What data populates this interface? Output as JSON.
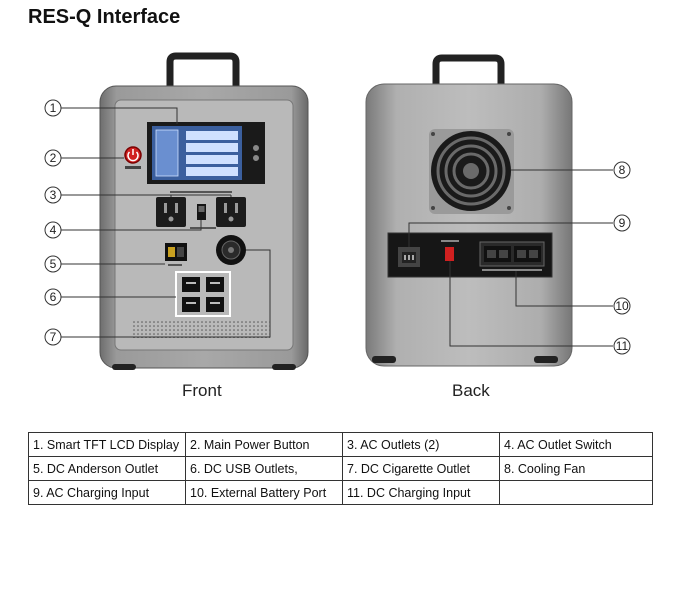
{
  "page": {
    "title": "RES-Q Interface"
  },
  "views": {
    "front": "Front",
    "back": "Back"
  },
  "callouts": [
    "1",
    "2",
    "3",
    "4",
    "5",
    "6",
    "7",
    "8",
    "9",
    "10",
    "11"
  ],
  "legend": [
    [
      "1. Smart TFT LCD Display",
      "2. Main Power Button",
      "3. AC Outlets (2)",
      "4. AC Outlet Switch"
    ],
    [
      "5. DC Anderson Outlet",
      "6. DC USB Outlets,",
      "7. DC Cigarette Outlet",
      "8. Cooling Fan"
    ],
    [
      "9. AC Charging Input",
      "10. External Battery Port",
      "11. DC Charging Input",
      ""
    ]
  ],
  "colors": {
    "body": "#8a8a8a",
    "panel": "#b3b3b3",
    "accent_red": "#d02020",
    "screen": "#3a5f9a"
  }
}
